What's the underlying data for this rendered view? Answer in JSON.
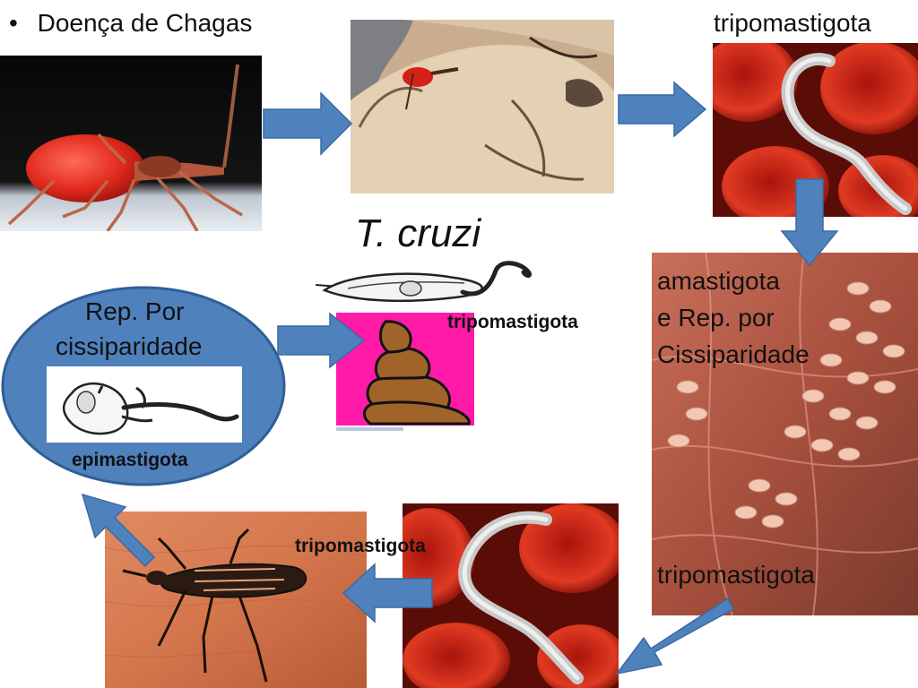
{
  "slide": {
    "bullet_char": "•",
    "title": "Doença de Chagas",
    "species": "T. cruzi",
    "labels": {
      "top_right": "tripomastigota",
      "center_stage": "tripomastigota",
      "amastigota_line1": "amastigota",
      "amastigota_line2": "e Rep. por",
      "amastigota_line3": "Cissiparidade",
      "right_bottom": "tripomastigota",
      "bottom_center": "tripomastigota",
      "ellipse_line1": "Rep. Por",
      "ellipse_line2": "cissiparidade",
      "ellipse_stage": "epimastigota"
    }
  },
  "colors": {
    "arrow_blue": "#4f81bd",
    "ellipse_fill": "#4f81bd",
    "ellipse_stroke": "#2f5f95",
    "feces_bg": "#ff1aa8",
    "feces_brown": "#a0632a",
    "blood_red": "#c9281c"
  }
}
